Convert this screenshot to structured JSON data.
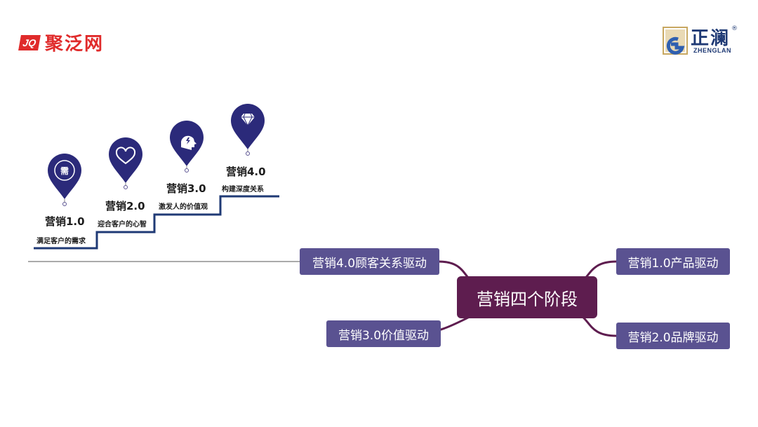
{
  "logos": {
    "left_badge": "JQ",
    "left_text": "聚泛网",
    "right_cn": "正澜",
    "right_en": "ZHENGLAN",
    "right_reg": "®"
  },
  "stages": [
    {
      "title": "营销1.0",
      "desc": "满足客户的需求",
      "icon": "need-character-icon",
      "icon_char": "需"
    },
    {
      "title": "营销2.0",
      "desc": "迎合客户的心智",
      "icon": "heart-icon"
    },
    {
      "title": "营销3.0",
      "desc": "激发人的价值观",
      "icon": "head-lightning-icon"
    },
    {
      "title": "营销4.0",
      "desc": "构建深度关系",
      "icon": "diamond-icon"
    }
  ],
  "mindmap": {
    "center": "营销四个阶段",
    "branches": [
      "营销1.0产品驱动",
      "营销2.0品牌驱动",
      "营销3.0价值驱动",
      "营销4.0顾客关系驱动"
    ]
  },
  "colors": {
    "pin": "#2b2a7a",
    "stairs": "#1f3a75",
    "node": "#5a5291",
    "center": "#5e1d4f",
    "brand_red": "#e02b2b"
  }
}
